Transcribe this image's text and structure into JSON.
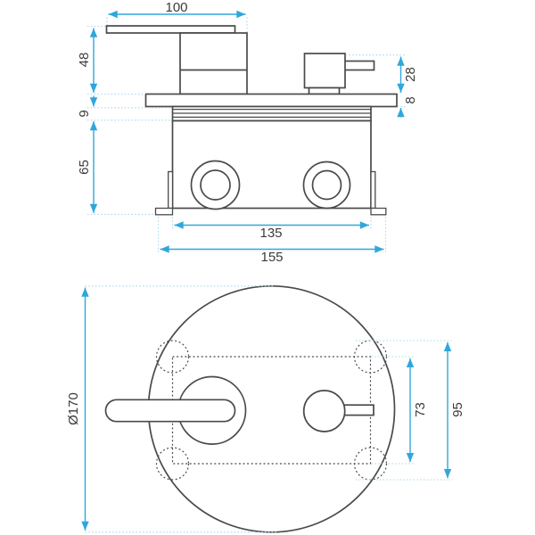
{
  "drawing": {
    "kind": "faucet-mixer-dimensional-drawing",
    "colors": {
      "outline": "#4a4a4a",
      "dimension": "#2fa7dc",
      "leader": "#a6d7ed",
      "label": "#3b3b3b",
      "background": "#ffffff"
    }
  },
  "views": {
    "side": {
      "dims": {
        "handle_length": "100",
        "handle_height": "48",
        "collar_height": "9",
        "box_height": "65",
        "knob_height": "28",
        "plate_thickness": "8",
        "box_width": "135",
        "overall_width": "155"
      }
    },
    "plan": {
      "dims": {
        "plate_diameter": "Ø170",
        "recess_height": "73",
        "hole_spacing": "95"
      }
    }
  }
}
